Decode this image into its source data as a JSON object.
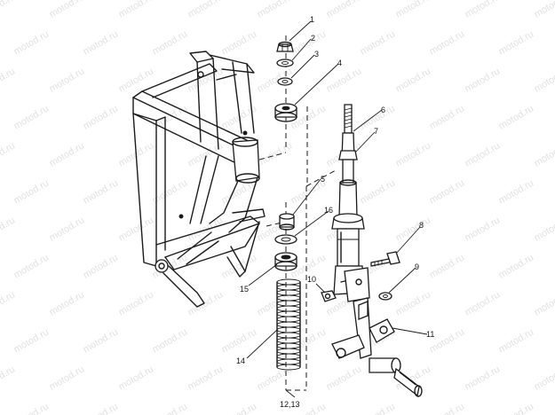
{
  "watermark": "motod.ru",
  "callouts": [
    "1",
    "2",
    "3",
    "4",
    "5",
    "6",
    "7",
    "8",
    "9",
    "10",
    "11",
    "12,13",
    "14",
    "15",
    "16"
  ]
}
